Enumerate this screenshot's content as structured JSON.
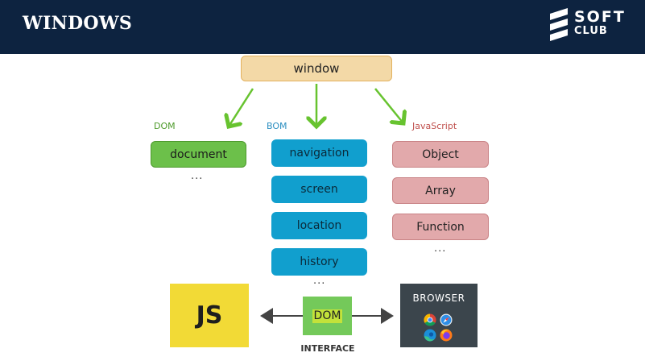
{
  "header": {
    "title": "WINDOWS",
    "logo": {
      "line1": "SOFT",
      "line2": "CLUB"
    }
  },
  "diagram": {
    "root": "window",
    "dom": {
      "label": "DOM",
      "items": [
        "document"
      ],
      "more": "..."
    },
    "bom": {
      "label": "BOM",
      "items": [
        "navigation",
        "screen",
        "location",
        "history"
      ],
      "more": "..."
    },
    "javascript": {
      "label": "JavaScript",
      "items": [
        "Object",
        "Array",
        "Function"
      ],
      "more": "..."
    }
  },
  "bottom": {
    "js_logo": "JS",
    "interface_box": "DOM",
    "interface_label": "INTERFACE",
    "browser_label": "BROWSER",
    "browser_icons": [
      "chrome-icon",
      "safari-icon",
      "edge-icon",
      "firefox-icon"
    ]
  },
  "colors": {
    "header_bg": "#0d2340",
    "arrow_green": "#67c32f",
    "window_box": "#f3d9a7",
    "dom_green": "#6cc04a",
    "bom_blue": "#119fce",
    "js_pink": "#e2a9ab",
    "js_yellow": "#f2da36",
    "browser_gray": "#3b454c"
  }
}
